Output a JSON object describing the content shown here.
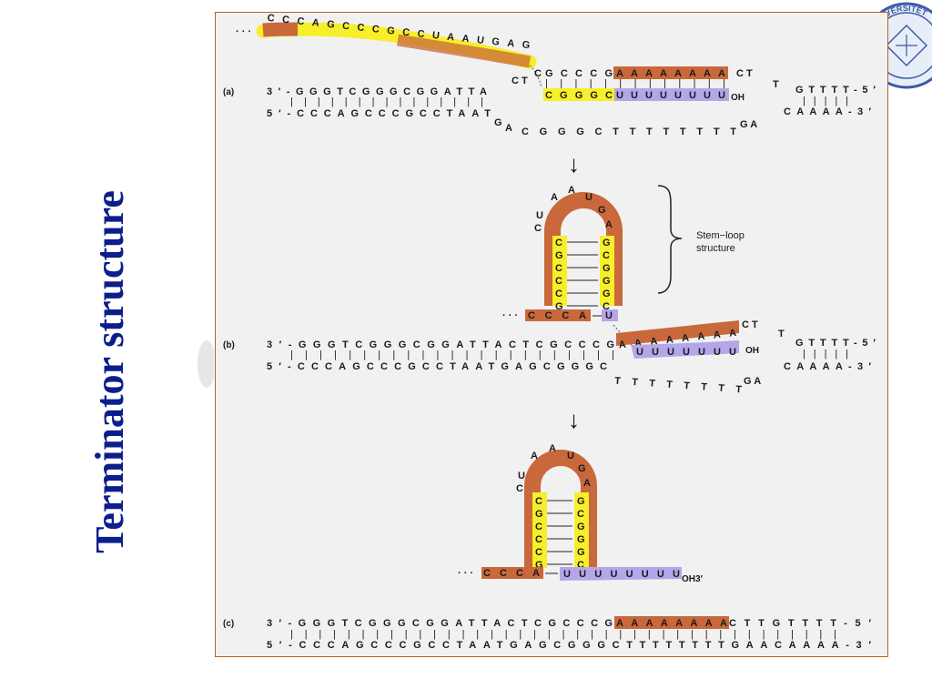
{
  "slide_title": "Terminator structure",
  "logo_text": "UNIVERSITET",
  "colors": {
    "title": "#0b1e8c",
    "gc_highlight": "#f6ef2a",
    "a_highlight": "#c9683a",
    "u_highlight": "#b5a6e8",
    "panel_border": "#b5651d"
  },
  "panel_a": {
    "label": "(a)",
    "rna_prefix": "· · ·",
    "rna_run": "CCCAGCCCGCCUAAUGAG",
    "tail_top": "C T",
    "rna_gc": "CGGGC",
    "rna_u": "UUUUUUUU",
    "rna_oh": "OH",
    "dna_top_left": "3′-GGGTCGGGCGGATTA",
    "dna_top_c": "C",
    "dna_top_gc": "GCCCG",
    "dna_top_a": "AAAAAAAA",
    "dna_top_ct": "C T",
    "dna_top_t": "T",
    "dna_top_right": "GTTTT-5′",
    "dna_bot_left": "5′-CCCAGCCCGCCTAAT",
    "dna_bot_g": "G",
    "dna_bot_a": "A",
    "dna_bot_mid": "CGGGCTTTTTTTT",
    "dna_bot_ga": "G A",
    "dna_bot_right": "CAAAA-3′",
    "pairs_left": "| | | | | | | | | | | | | | |",
    "pairs_mid": "| | | | | | | | | | | | |",
    "pairs_right": "| | | | |"
  },
  "stem_loop": {
    "loop": [
      "U",
      "C",
      "A",
      "A",
      "U",
      "G",
      "A"
    ],
    "left_stem": [
      "C",
      "G",
      "C",
      "C",
      "C",
      "G"
    ],
    "right_stem": [
      "G",
      "C",
      "G",
      "G",
      "G",
      "C"
    ],
    "brace_label_1": "Stem−loop",
    "brace_label_2": "structure"
  },
  "panel_b": {
    "label": "(b)",
    "rna_prefix": "· · ·",
    "rna_ccca": "CCCA",
    "rna_u1": "U",
    "rna_u": "UUUUUUU",
    "rna_oh": "OH",
    "dna_top_left": "3′-GGGTCGGGCGGATTACTCGCCCG",
    "dna_top_a": "A A A A A A A A",
    "dna_top_ct": "C T",
    "dna_top_t": "T",
    "dna_top_right": "GTTTT-5′",
    "dna_bot_left": "5′-CCCAGCCCGCCTAATGAGCGGGC",
    "dna_bot_t": "T T T T T T T T",
    "dna_bot_ga": "G A",
    "dna_bot_right": "CAAAA-3′",
    "pairs_left": "| | | | | | | | | | | | | | | | | | | | | | |",
    "pairs_right": "| | | | |"
  },
  "panel_c": {
    "label": "(c)",
    "rna_prefix": "· · ·",
    "rna_ccca": "CCCA",
    "rna_u": "UUUUUUUU",
    "rna_oh": "OH3′",
    "dna_top_left": "3′-GGGTCGGGCGGATTACTCGCCCG",
    "dna_top_a": "AAAAAAAA",
    "dna_top_right": "CTTGTTTT-5′",
    "dna_bot": "5′-CCCAGCCCGCCTAATGAGCGGGCTTTTTTTTGAACAAAA-3′",
    "pairs": "| | | | | | | | | | | | | | | | | | | | | | | | | | | | | | | | | | | | | | |"
  },
  "arrows": [
    "↓",
    "↓"
  ]
}
